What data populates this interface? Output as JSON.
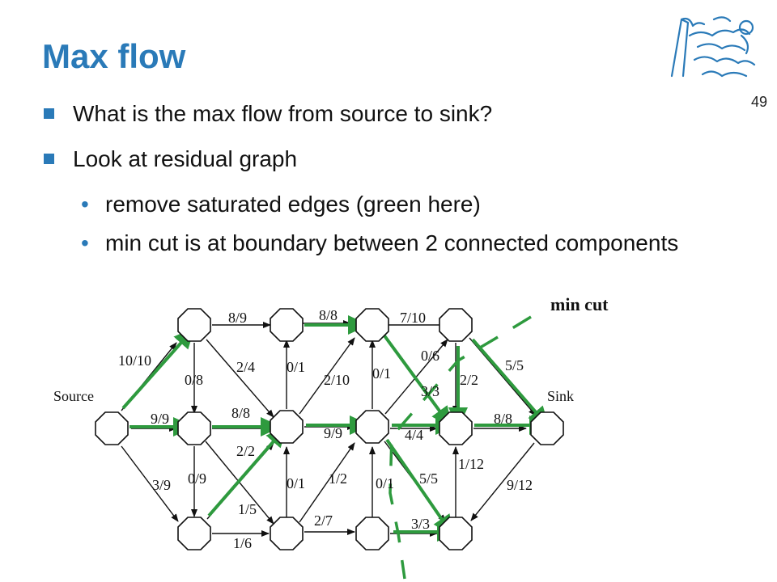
{
  "slide": {
    "title": "Max flow",
    "page_number": "49",
    "bullets": [
      {
        "text": "What is the max flow from source to sink?",
        "level": 1
      },
      {
        "text": "Look at residual graph",
        "level": 1
      },
      {
        "text": "remove saturated edges (green here)",
        "level": 2
      },
      {
        "text": "min cut is at boundary between 2 connected components",
        "level": 2
      }
    ]
  },
  "colors": {
    "title": "#2a7ab8",
    "saturated": "#2e9a3e",
    "edge": "#111111"
  },
  "logo": {
    "icon": "university-lion-logo-icon"
  },
  "graph": {
    "node_labels": {
      "source": "Source",
      "sink": "Sink"
    },
    "min_cut_label": "min cut",
    "edge_labels": [
      "8/9",
      "8/8",
      "7/10",
      "10/10",
      "0/8",
      "2/4",
      "0/1",
      "2/10",
      "0/1",
      "0/6",
      "3/3",
      "2/2",
      "5/5",
      "9/9",
      "8/8",
      "9/9",
      "4/4",
      "8/8",
      "2/2",
      "3/9",
      "0/9",
      "1/5",
      "0/1",
      "1/2",
      "0/1",
      "5/5",
      "1/12",
      "9/12",
      "2/7",
      "3/3",
      "1/6"
    ]
  }
}
